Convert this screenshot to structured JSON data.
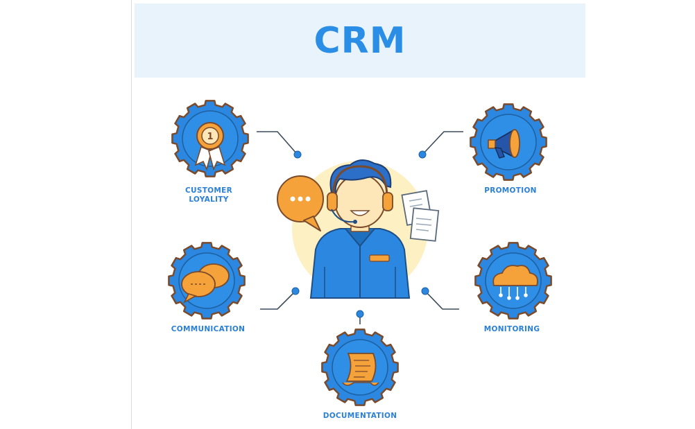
{
  "banner": {
    "title": "CRM",
    "background_color": "#e8f3fb",
    "title_color": "#2a8ee6"
  },
  "center": {
    "figure": "customer-support-agent",
    "icons": [
      "speech-bubble-icon",
      "headset-icon",
      "documents-icon"
    ]
  },
  "nodes": [
    {
      "id": "customer-loyality",
      "label_lines": [
        "CUSTOMER",
        "LOYALITY"
      ],
      "icon": "award-ribbon-icon",
      "badge_text": "1"
    },
    {
      "id": "promotion",
      "label_lines": [
        "PROMOTION"
      ],
      "icon": "megaphone-icon"
    },
    {
      "id": "communication",
      "label_lines": [
        "COMMUNICATION"
      ],
      "icon": "chat-bubbles-icon"
    },
    {
      "id": "monitoring",
      "label_lines": [
        "MONITORING"
      ],
      "icon": "cloud-network-icon"
    },
    {
      "id": "documentation",
      "label_lines": [
        "DOCUMENTATION"
      ],
      "icon": "scroll-document-icon"
    }
  ],
  "colors": {
    "gear_blue": "#2b87e0",
    "gear_outline": "#7a4a2a",
    "accent_orange": "#f5a23a",
    "label_blue": "#2a7fd6",
    "connector": "#3a4a5a",
    "center_circle": "#fdf0c2"
  }
}
